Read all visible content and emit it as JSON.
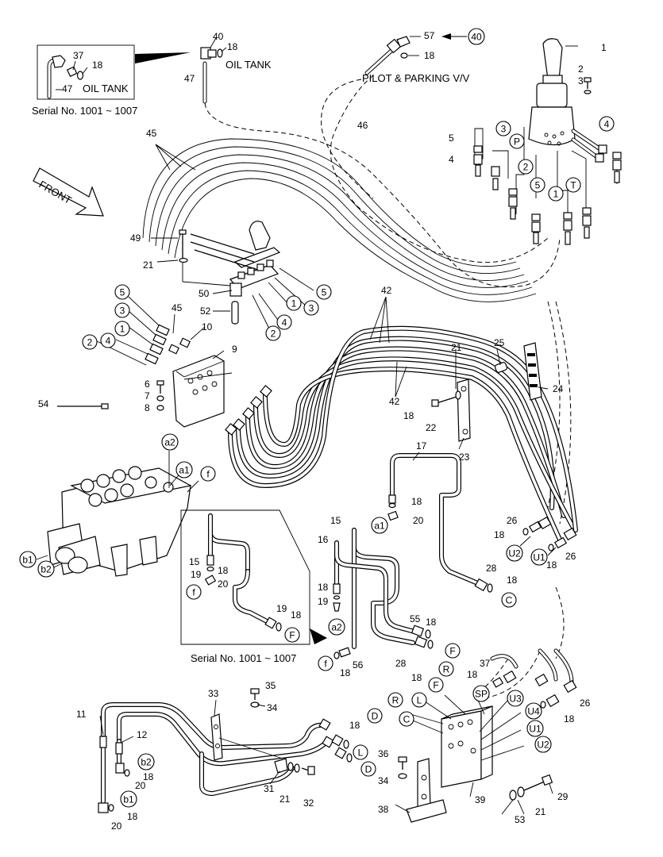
{
  "texts": {
    "oil_tank_main": "OIL TANK",
    "oil_tank_inset": "OIL TANK",
    "pilot_parking": "PILOT & PARKING V/V",
    "front": "FRONT",
    "serial_top": "Serial No. 1001 ~ 1007",
    "serial_mid": "Serial No. 1001 ~ 1007"
  },
  "part_numbers": [
    {
      "id": "p1",
      "text": "1"
    },
    {
      "id": "p2",
      "text": "2"
    },
    {
      "id": "p3",
      "text": "3"
    },
    {
      "id": "p4",
      "text": "4"
    },
    {
      "id": "p5",
      "text": "5"
    },
    {
      "id": "p6",
      "text": "6"
    },
    {
      "id": "p7",
      "text": "7"
    },
    {
      "id": "p8",
      "text": "8"
    },
    {
      "id": "p9",
      "text": "9"
    },
    {
      "id": "p10",
      "text": "10"
    },
    {
      "id": "p11",
      "text": "11"
    },
    {
      "id": "p12",
      "text": "12"
    },
    {
      "id": "p15a",
      "text": "15"
    },
    {
      "id": "p15b",
      "text": "15"
    },
    {
      "id": "p16",
      "text": "16"
    },
    {
      "id": "p17",
      "text": "17"
    },
    {
      "id": "p18a",
      "text": "18"
    },
    {
      "id": "p18b",
      "text": "18"
    },
    {
      "id": "p18c",
      "text": "18"
    },
    {
      "id": "p18d",
      "text": "18"
    },
    {
      "id": "p18e",
      "text": "18"
    },
    {
      "id": "p18f",
      "text": "18"
    },
    {
      "id": "p18g",
      "text": "18"
    },
    {
      "id": "p18h",
      "text": "18"
    },
    {
      "id": "p18i",
      "text": "18"
    },
    {
      "id": "p18j",
      "text": "18"
    },
    {
      "id": "p18k",
      "text": "18"
    },
    {
      "id": "p18l",
      "text": "18"
    },
    {
      "id": "p18m",
      "text": "18"
    },
    {
      "id": "p18n",
      "text": "18"
    },
    {
      "id": "p18o",
      "text": "18"
    },
    {
      "id": "p18p",
      "text": "18"
    },
    {
      "id": "p18q",
      "text": "18"
    },
    {
      "id": "p18r",
      "text": "18"
    },
    {
      "id": "p18s",
      "text": "18"
    },
    {
      "id": "p19a",
      "text": "19"
    },
    {
      "id": "p19b",
      "text": "19"
    },
    {
      "id": "p19c",
      "text": "19"
    },
    {
      "id": "p20a",
      "text": "20"
    },
    {
      "id": "p20b",
      "text": "20"
    },
    {
      "id": "p20c",
      "text": "20"
    },
    {
      "id": "p20d",
      "text": "20"
    },
    {
      "id": "p21a",
      "text": "21"
    },
    {
      "id": "p21b",
      "text": "21"
    },
    {
      "id": "p21c",
      "text": "21"
    },
    {
      "id": "p21d",
      "text": "21"
    },
    {
      "id": "p22",
      "text": "22"
    },
    {
      "id": "p23",
      "text": "23"
    },
    {
      "id": "p24",
      "text": "24"
    },
    {
      "id": "p25",
      "text": "25"
    },
    {
      "id": "p26a",
      "text": "26"
    },
    {
      "id": "p26b",
      "text": "26"
    },
    {
      "id": "p26c",
      "text": "26"
    },
    {
      "id": "p28a",
      "text": "28"
    },
    {
      "id": "p28b",
      "text": "28"
    },
    {
      "id": "p29",
      "text": "29"
    },
    {
      "id": "p31",
      "text": "31"
    },
    {
      "id": "p32",
      "text": "32"
    },
    {
      "id": "p33",
      "text": "33"
    },
    {
      "id": "p34a",
      "text": "34"
    },
    {
      "id": "p34b",
      "text": "34"
    },
    {
      "id": "p35",
      "text": "35"
    },
    {
      "id": "p36",
      "text": "36"
    },
    {
      "id": "p37a",
      "text": "37"
    },
    {
      "id": "p37b",
      "text": "37"
    },
    {
      "id": "p38",
      "text": "38"
    },
    {
      "id": "p39",
      "text": "39"
    },
    {
      "id": "p40",
      "text": "40"
    },
    {
      "id": "p42a",
      "text": "42"
    },
    {
      "id": "p42b",
      "text": "42"
    },
    {
      "id": "p45a",
      "text": "45"
    },
    {
      "id": "p45b",
      "text": "45"
    },
    {
      "id": "p46",
      "text": "46"
    },
    {
      "id": "p47a",
      "text": "47"
    },
    {
      "id": "p47b",
      "text": "47"
    },
    {
      "id": "p49",
      "text": "49"
    },
    {
      "id": "p50",
      "text": "50"
    },
    {
      "id": "p52",
      "text": "52"
    },
    {
      "id": "p53",
      "text": "53"
    },
    {
      "id": "p54",
      "text": "54"
    },
    {
      "id": "p55",
      "text": "55"
    },
    {
      "id": "p56",
      "text": "56"
    },
    {
      "id": "p57",
      "text": "57"
    }
  ],
  "circled": [
    {
      "id": "c40",
      "text": "40"
    },
    {
      "id": "c3a",
      "text": "3"
    },
    {
      "id": "cP",
      "text": "P"
    },
    {
      "id": "c4a",
      "text": "4"
    },
    {
      "id": "c2a",
      "text": "2"
    },
    {
      "id": "c5a",
      "text": "5"
    },
    {
      "id": "c1a",
      "text": "1"
    },
    {
      "id": "cT",
      "text": "T"
    },
    {
      "id": "c5b",
      "text": "5"
    },
    {
      "id": "c1b",
      "text": "1"
    },
    {
      "id": "c3b",
      "text": "3"
    },
    {
      "id": "c4b",
      "text": "4"
    },
    {
      "id": "c2b",
      "text": "2"
    },
    {
      "id": "c5c",
      "text": "5"
    },
    {
      "id": "c3c",
      "text": "3"
    },
    {
      "id": "c1c",
      "text": "1"
    },
    {
      "id": "c4c",
      "text": "4"
    },
    {
      "id": "c2c",
      "text": "2"
    },
    {
      "id": "ca2a",
      "text": "a2"
    },
    {
      "id": "ca1a",
      "text": "a1"
    },
    {
      "id": "cfa",
      "text": "f"
    },
    {
      "id": "cb1a",
      "text": "b1"
    },
    {
      "id": "cb2a",
      "text": "b2"
    },
    {
      "id": "cfb",
      "text": "f"
    },
    {
      "id": "cFa",
      "text": "F"
    },
    {
      "id": "ca1b",
      "text": "a1"
    },
    {
      "id": "ca2b",
      "text": "a2"
    },
    {
      "id": "cfc",
      "text": "f"
    },
    {
      "id": "cFb",
      "text": "F"
    },
    {
      "id": "cR",
      "text": "R"
    },
    {
      "id": "cC",
      "text": "C"
    },
    {
      "id": "cU2a",
      "text": "U2"
    },
    {
      "id": "cU1a",
      "text": "U1"
    },
    {
      "id": "cF2",
      "text": "F"
    },
    {
      "id": "cR2",
      "text": "R"
    },
    {
      "id": "cL2",
      "text": "L"
    },
    {
      "id": "cSP",
      "text": "SP"
    },
    {
      "id": "cU3",
      "text": "U3"
    },
    {
      "id": "cU4",
      "text": "U4"
    },
    {
      "id": "cD2",
      "text": "D"
    },
    {
      "id": "cC2",
      "text": "C"
    },
    {
      "id": "cU1b",
      "text": "U1"
    },
    {
      "id": "cU2b",
      "text": "U2"
    },
    {
      "id": "cL3",
      "text": "L"
    },
    {
      "id": "cD3",
      "text": "D"
    },
    {
      "id": "cb2b",
      "text": "b2"
    },
    {
      "id": "cb1b",
      "text": "b1"
    }
  ]
}
